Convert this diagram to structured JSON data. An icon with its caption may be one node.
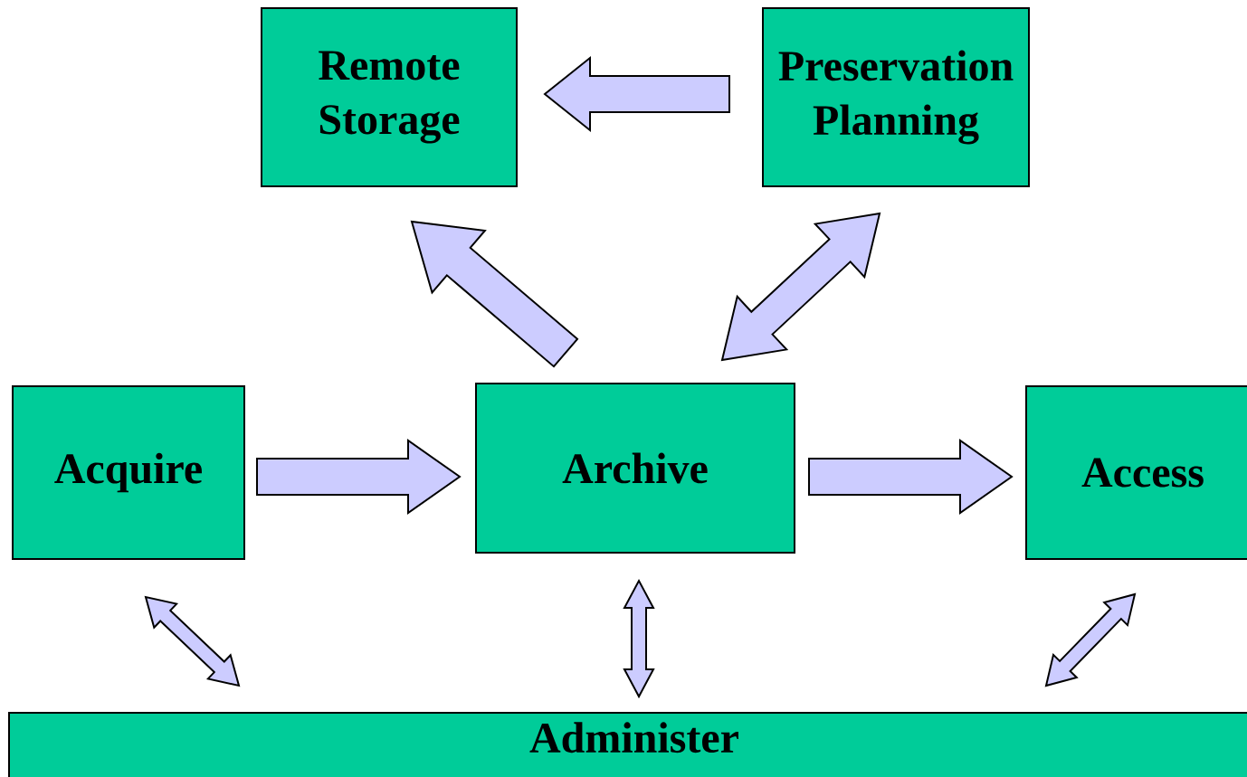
{
  "diagram": {
    "nodes": [
      {
        "text": [
          "Remote Storage"
        ]
      },
      {
        "text": [
          "Preservation Planning"
        ]
      },
      {
        "text": [
          "Acquire"
        ]
      },
      {
        "text": [
          "Archive"
        ]
      },
      {
        "text": [
          "Access"
        ]
      },
      {
        "text": [
          "Administer"
        ]
      }
    ],
    "edges": [
      {
        "from": 1,
        "to": 0,
        "arrow": "to"
      },
      {
        "from": 3,
        "to": 0,
        "arrow": "to"
      },
      {
        "from": 3,
        "to": 1,
        "arrow": "both"
      },
      {
        "from": 2,
        "to": 3,
        "arrow": "to"
      },
      {
        "from": 3,
        "to": 4,
        "arrow": "to"
      },
      {
        "from": 2,
        "to": 5,
        "arrow": "both"
      },
      {
        "from": 3,
        "to": 5,
        "arrow": "both"
      },
      {
        "from": 4,
        "to": 5,
        "arrow": "both"
      }
    ]
  }
}
